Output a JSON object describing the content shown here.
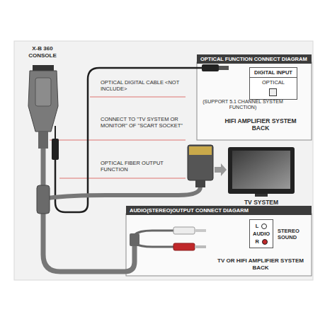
{
  "diagram": {
    "nodes": [
      {
        "text": [
          "OPTICAL FUNCTION CONNECT DIAGRAM"
        ]
      },
      {
        "text": [
          "DIGITAL INPUT",
          "OPTICAL"
        ]
      },
      {
        "text": [
          "AUDIO(STEREO)OUTPUT CONNECT DIAGARM"
        ]
      },
      {
        "text": [
          "L",
          "AUDIO",
          "R"
        ]
      }
    ],
    "labels": [
      "X-B 360 CONSOLE",
      "OPTICAL DIGITAL CABLE <NOT INCLUDE>",
      "CONNECT TO \"TV SYSTEM OR MONITOR\" OF \"SCART SOCKET\"",
      "OPTICAL FIBER OUTPUT FUNCTION",
      "(SUPPORT 5.1 CHANNEL SYSTEM FUNCTION)",
      "HIFI AMPLIFIER SYSTEM BACK",
      "TV SYSTEM",
      "STEREO SOUND",
      "TV OR HIFI AMPLIFIER SYSTEM BACK"
    ]
  }
}
